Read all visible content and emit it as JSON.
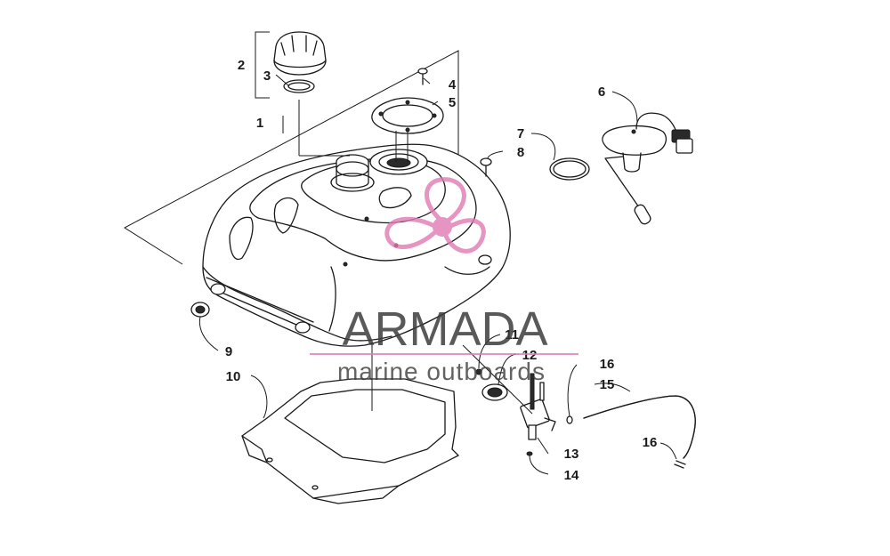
{
  "diagram": {
    "callouts": [
      "1",
      "2",
      "3",
      "4",
      "5",
      "6",
      "7",
      "8",
      "9",
      "10",
      "11",
      "12",
      "13",
      "14",
      "15",
      "16",
      "16"
    ]
  },
  "watermark": {
    "title": "ARMADA",
    "subtitle": "marine outboards",
    "accent_color": "#e07bb4",
    "text_color": "#3c3c3c"
  }
}
